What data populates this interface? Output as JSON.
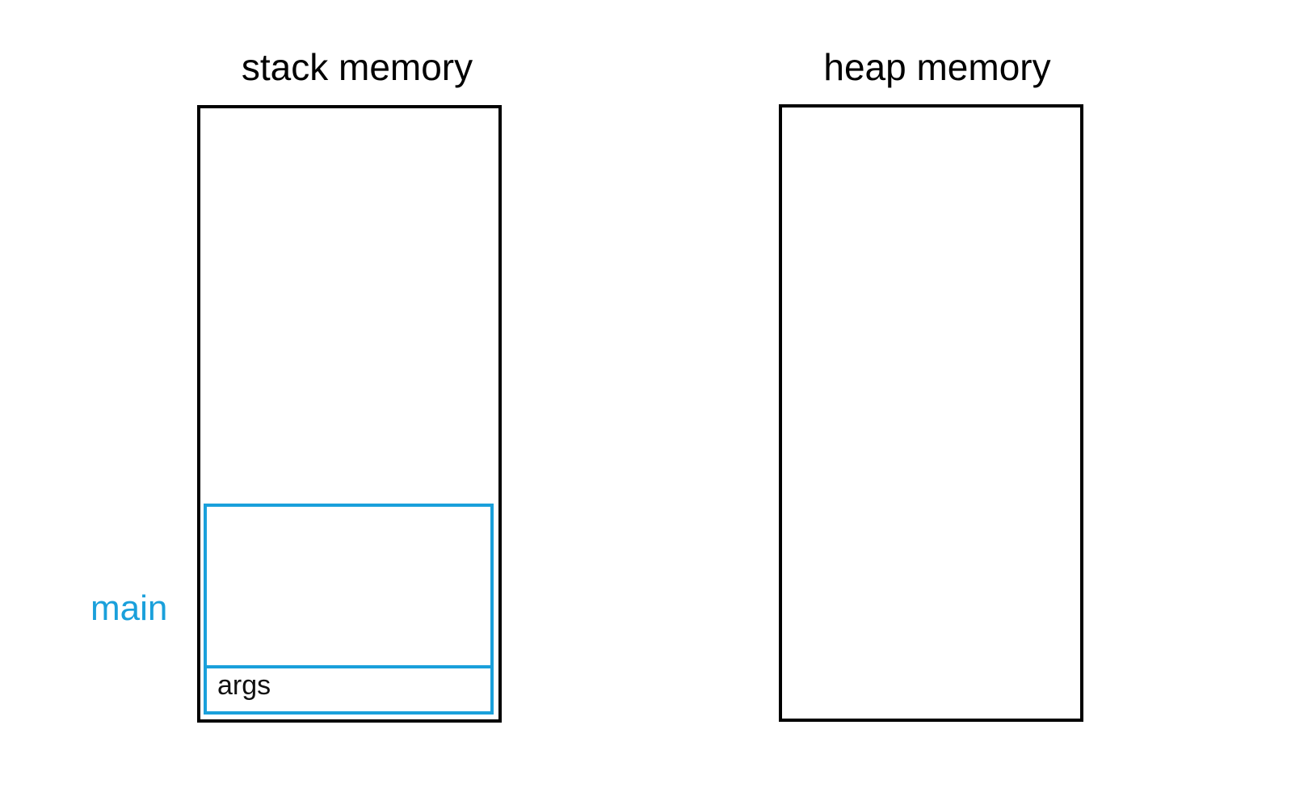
{
  "stack": {
    "title": "stack memory",
    "frames": [
      {
        "label": "main",
        "variables": [
          "args"
        ]
      }
    ]
  },
  "heap": {
    "title": "heap memory"
  },
  "colors": {
    "outline": "#000000",
    "frame": "#1aa0db",
    "background": "#ffffff"
  }
}
